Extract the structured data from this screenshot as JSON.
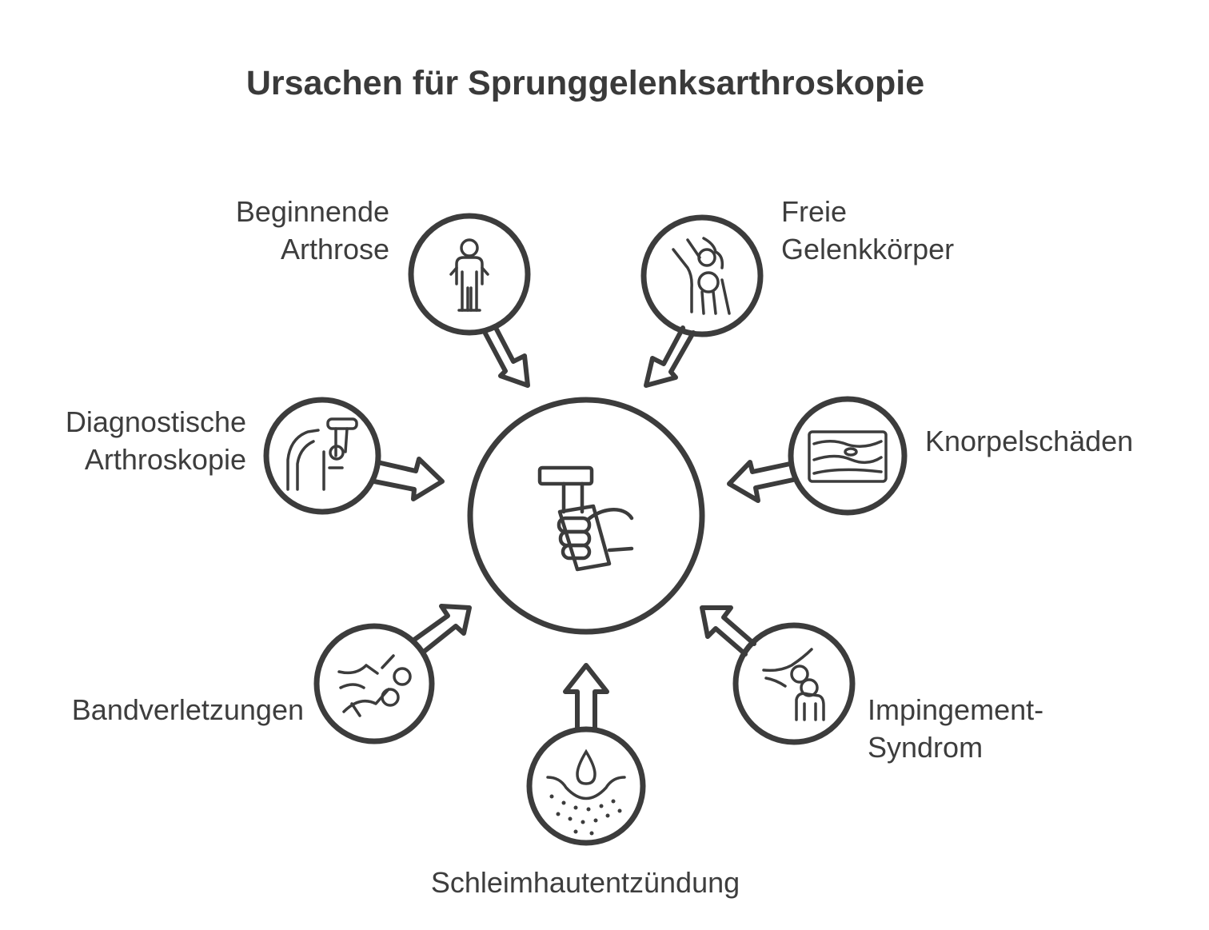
{
  "title": "Ursachen für Sprunggelenksarthroskopie",
  "center": {
    "icon": "hand-holding-arthroscope-icon"
  },
  "causes": [
    {
      "id": "beginnende-arthrose",
      "lines": [
        "Beginnende",
        "Arthrose"
      ],
      "icon": "standing-person-icon"
    },
    {
      "id": "freie-gelenkkoerper",
      "lines": [
        "Freie",
        "Gelenkkörper"
      ],
      "icon": "knee-joint-icon"
    },
    {
      "id": "diagnostische-arthroskopie",
      "lines": [
        "Diagnostische",
        "Arthroskopie"
      ],
      "icon": "doctor-examining-icon"
    },
    {
      "id": "knorpelschaeden",
      "lines": [
        "Knorpelschäden"
      ],
      "icon": "cartilage-layers-icon"
    },
    {
      "id": "bandverletzungen",
      "lines": [
        "Bandverletzungen"
      ],
      "icon": "torn-ligament-icon"
    },
    {
      "id": "impingement-syndrom",
      "lines": [
        "Impingement-",
        "Syndrom"
      ],
      "icon": "pinched-joint-icon"
    },
    {
      "id": "schleimhautentzuendung",
      "lines": [
        "Schleimhautentzündung"
      ],
      "icon": "inflamed-tissue-drop-icon"
    }
  ],
  "colors": {
    "stroke": "#3c3c3c",
    "text": "#3d3d3d",
    "background": "#ffffff"
  }
}
